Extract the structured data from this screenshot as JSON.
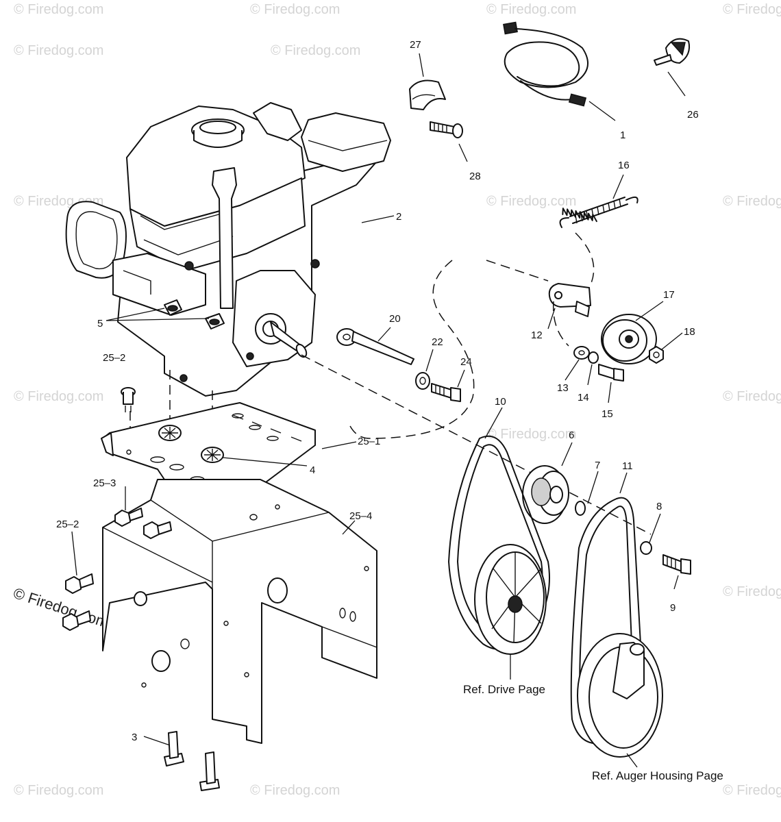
{
  "watermark": {
    "text": "© Firedog.com",
    "prominent_text": "© Firedog.com"
  },
  "callouts": {
    "c1": "1",
    "c2": "2",
    "c3": "3",
    "c4": "4",
    "c5": "5",
    "c6": "6",
    "c7": "7",
    "c8": "8",
    "c9": "9",
    "c10": "10",
    "c11": "11",
    "c12": "12",
    "c13": "13",
    "c14": "14",
    "c15": "15",
    "c16": "16",
    "c17": "17",
    "c18": "18",
    "c20": "20",
    "c22": "22",
    "c24": "24",
    "c26": "26",
    "c27": "27",
    "c28": "28",
    "c25_1": "25–1",
    "c25_2a": "25–2",
    "c25_2b": "25–2",
    "c25_3": "25–3",
    "c25_4": "25–4"
  },
  "references": {
    "drive": "Ref. Drive Page",
    "auger": "Ref. Auger Housing Page"
  }
}
